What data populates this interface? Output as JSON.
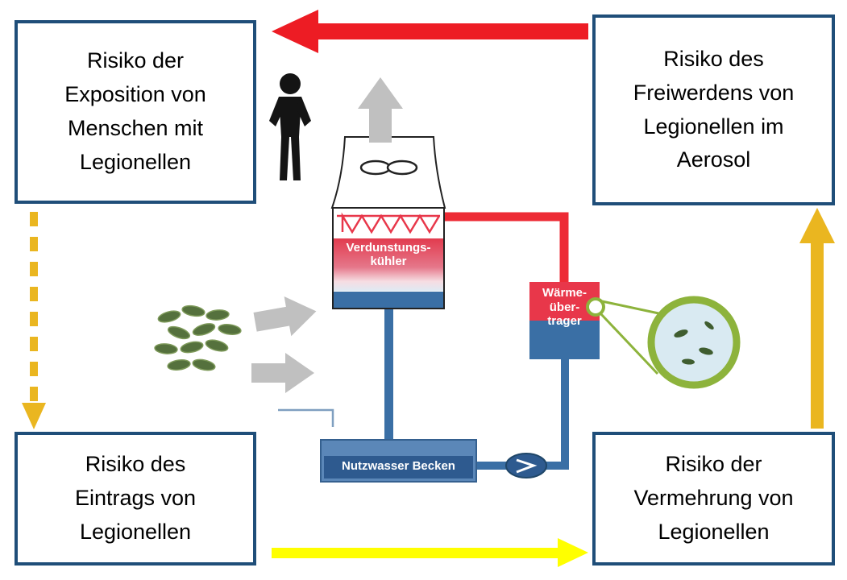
{
  "risk_boxes": {
    "top_left": {
      "text": "Risiko der\nExposition von\nMenschen mit\nLegionellen"
    },
    "top_right": {
      "text": "Risiko des\nFreiwerdens von\nLegionellen im\nAerosol"
    },
    "bottom_left": {
      "text": "Risiko des\nEintrags von\nLegionellen"
    },
    "bottom_right": {
      "text": "Risiko der\nVermehrung von\nLegionellen"
    }
  },
  "equipment": {
    "evaporative_cooler_label": "Verdunstungs-\nkühler",
    "heat_exchanger_label": "Wärme-\nüber-\ntrager",
    "basin_label": "Nutzwasser Becken"
  },
  "icons": {
    "person": "person-silhouette-icon",
    "bacteria": "legionella-bacteria-icon",
    "magnifier": "magnified-legionella-icon",
    "fan": "cooling-tower-fan-icon",
    "pump": "pump-icon"
  },
  "colors": {
    "box_border": "#1f4e79",
    "red": "#ed1c24",
    "yellow": "#ffff00",
    "gold": "#eab620",
    "gray": "#c0c0c0",
    "pipe_blue": "#3a6fa5",
    "basin_blue": "#5b87b8",
    "basin_band_blue": "#2e5a8f",
    "hx_red": "#e8374a",
    "bacteria_green": "#55713d",
    "magnifier_green": "#8db33c"
  }
}
